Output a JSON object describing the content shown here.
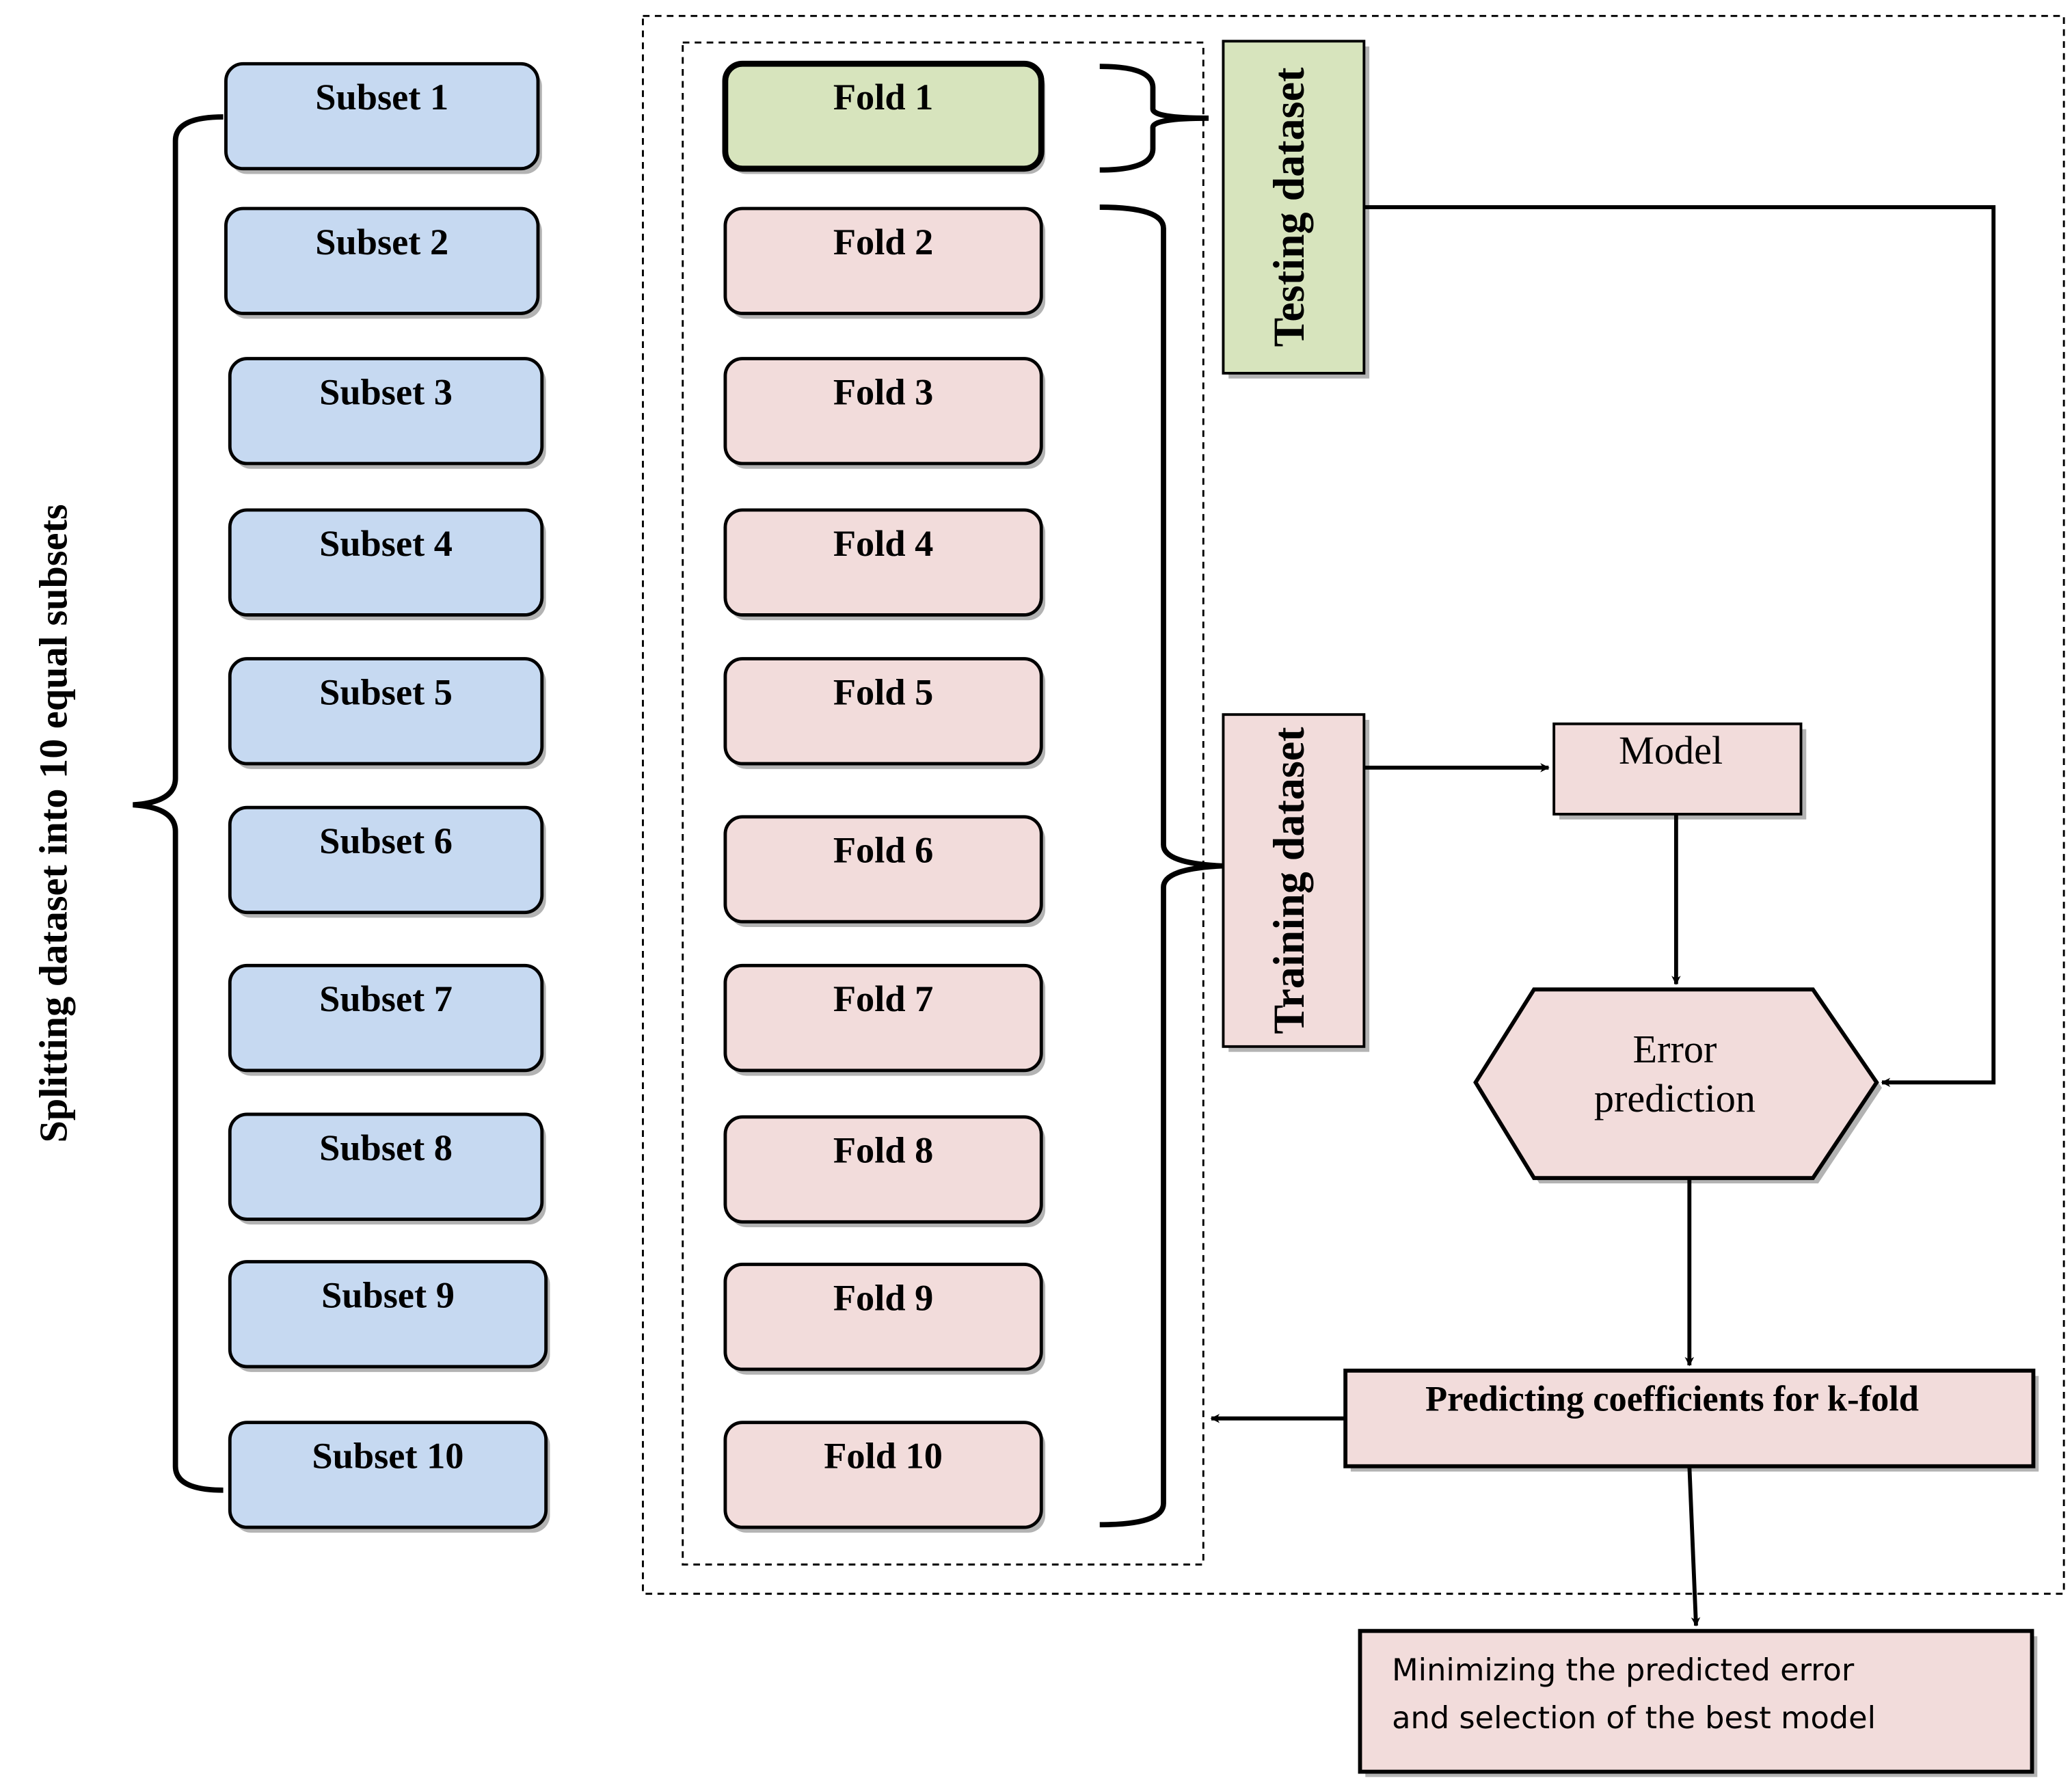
{
  "side_label": "Splitting dataset into 10 equal subsets",
  "subsets": [
    "Subset 1",
    "Subset 2",
    "Subset 3",
    "Subset 4",
    "Subset 5",
    "Subset 6",
    "Subset 7",
    "Subset 8",
    "Subset 9",
    "Subset 10"
  ],
  "folds": [
    "Fold 1",
    "Fold 2",
    "Fold 3",
    "Fold 4",
    "Fold 5",
    "Fold 6",
    "Fold 7",
    "Fold 8",
    "Fold 9",
    "Fold 10"
  ],
  "testing_label": "Testing  dataset",
  "training_label": "Training  dataset",
  "model_label": "Model",
  "error_prediction": [
    "Error",
    "prediction"
  ],
  "predicting_label": "Predicting coefficients for k-fold",
  "minimizing_label": [
    "Minimizing the predicted error",
    "and selection of the best model"
  ],
  "colors": {
    "subset_fill": "#c6d9f1",
    "fold_test_fill": "#d7e4bd",
    "fold_train_fill": "#f2dcdb",
    "stroke": "#000000",
    "shadow": "#b3b3b3"
  }
}
